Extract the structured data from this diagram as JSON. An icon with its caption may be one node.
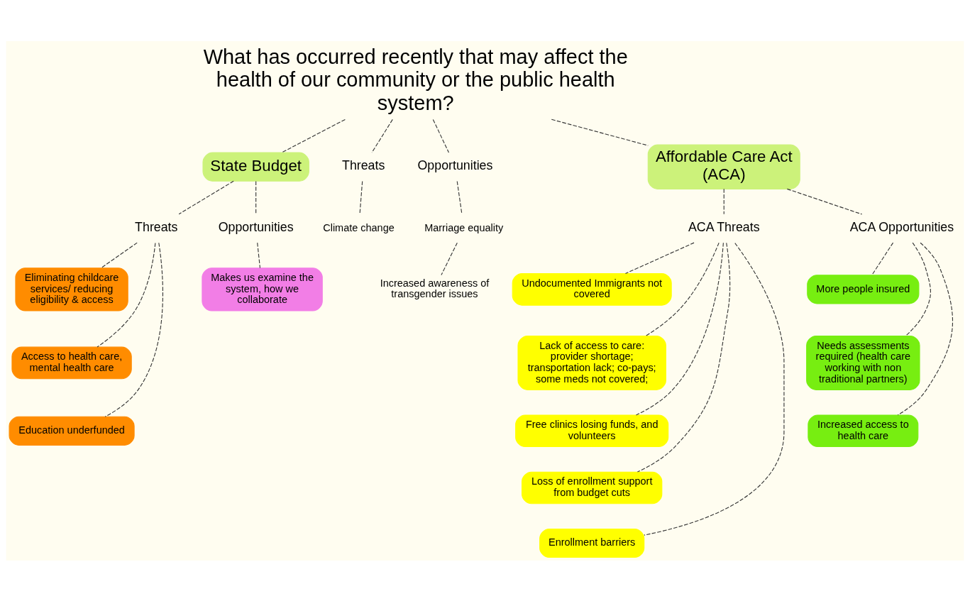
{
  "diagram": {
    "nodes": [
      {
        "text": [
          "What has occurred recently that may affect the health of our community or the public health system?"
        ]
      },
      {
        "text": [
          "State Budget"
        ]
      },
      {
        "text": [
          "Threats"
        ]
      },
      {
        "text": [
          "Opportunities"
        ]
      },
      {
        "text": [
          "Affordable Care Act (ACA)"
        ]
      },
      {
        "text": [
          "Threats"
        ]
      },
      {
        "text": [
          "Opportunities"
        ]
      },
      {
        "text": [
          "Climate change"
        ]
      },
      {
        "text": [
          "Marriage equality"
        ]
      },
      {
        "text": [
          "Increased awareness of transgender issues"
        ]
      },
      {
        "text": [
          "ACA Threats"
        ]
      },
      {
        "text": [
          "ACA Opportunities"
        ]
      },
      {
        "text": [
          "Eliminating childcare services/ reducing eligibility & access"
        ]
      },
      {
        "text": [
          "Access to health care, mental health care"
        ]
      },
      {
        "text": [
          "Education underfunded"
        ]
      },
      {
        "text": [
          "Makes us examine the system, how we collaborate"
        ]
      },
      {
        "text": [
          "Undocumented Immigrants not covered"
        ]
      },
      {
        "text": [
          "Lack of access to care: provider shortage; transportation lack; co-pays; some meds not covered;"
        ]
      },
      {
        "text": [
          "Free clinics losing funds, and volunteers"
        ]
      },
      {
        "text": [
          "Loss of enrollment support from budget cuts"
        ]
      },
      {
        "text": [
          "Enrollment barriers"
        ]
      },
      {
        "text": [
          "More people insured"
        ]
      },
      {
        "text": [
          "Needs assessments required (health care working with non traditional partners)"
        ]
      },
      {
        "text": [
          "Increased access to health care"
        ]
      }
    ],
    "edges": [
      {
        "from": 0,
        "to": 1,
        "arrow": "none",
        "style": "dashed"
      },
      {
        "from": 0,
        "to": 2,
        "arrow": "none",
        "style": "dashed"
      },
      {
        "from": 0,
        "to": 3,
        "arrow": "none",
        "style": "dashed"
      },
      {
        "from": 0,
        "to": 4,
        "arrow": "none",
        "style": "dashed"
      },
      {
        "from": 1,
        "to": 5,
        "arrow": "none",
        "style": "dashed"
      },
      {
        "from": 1,
        "to": 6,
        "arrow": "none",
        "style": "dashed"
      },
      {
        "from": 2,
        "to": 7,
        "arrow": "none",
        "style": "dashed"
      },
      {
        "from": 3,
        "to": 8,
        "arrow": "none",
        "style": "dashed"
      },
      {
        "from": 8,
        "to": 9,
        "arrow": "none",
        "style": "dashed"
      },
      {
        "from": 4,
        "to": 10,
        "arrow": "none",
        "style": "dashed"
      },
      {
        "from": 4,
        "to": 11,
        "arrow": "none",
        "style": "dashed"
      },
      {
        "from": 5,
        "to": 12,
        "arrow": "none",
        "style": "dashed"
      },
      {
        "from": 5,
        "to": 13,
        "arrow": "none",
        "style": "dashed"
      },
      {
        "from": 5,
        "to": 14,
        "arrow": "none",
        "style": "dashed"
      },
      {
        "from": 6,
        "to": 15,
        "arrow": "none",
        "style": "dashed"
      },
      {
        "from": 10,
        "to": 16,
        "arrow": "none",
        "style": "dashed"
      },
      {
        "from": 10,
        "to": 17,
        "arrow": "none",
        "style": "dashed"
      },
      {
        "from": 10,
        "to": 18,
        "arrow": "none",
        "style": "dashed"
      },
      {
        "from": 10,
        "to": 19,
        "arrow": "none",
        "style": "dashed"
      },
      {
        "from": 10,
        "to": 20,
        "arrow": "none",
        "style": "dashed"
      },
      {
        "from": 11,
        "to": 21,
        "arrow": "none",
        "style": "dashed"
      },
      {
        "from": 11,
        "to": 22,
        "arrow": "none",
        "style": "dashed"
      },
      {
        "from": 11,
        "to": 23,
        "arrow": "none",
        "style": "dashed"
      }
    ]
  }
}
